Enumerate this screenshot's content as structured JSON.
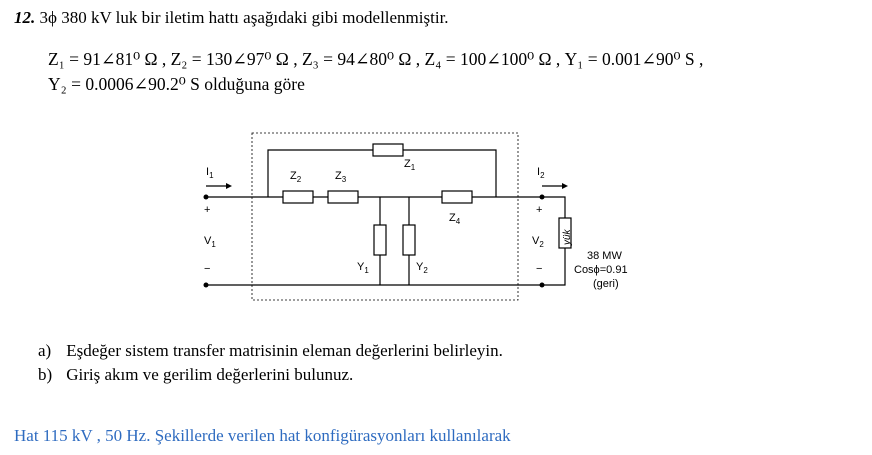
{
  "problem": {
    "number": "12.",
    "intro": "3ϕ 380 kV luk bir iletim hattı aşağıdaki gibi  modellenmiştir.",
    "eq_line1": "Z₁ = 91∠81⁰ Ω  , Z₂ = 130∠97⁰ Ω  , Z₃ = 94∠80⁰ Ω  , Z₄ = 100∠100⁰ Ω , Y₁ = 0.001∠90⁰ S ,",
    "eq_line2": "Y₂ = 0.0006∠90.2⁰  S olduğuna göre"
  },
  "circuit": {
    "I1": "I",
    "I1_sub": "1",
    "I2": "I",
    "I2_sub": "2",
    "V1": "V",
    "V1_sub": "1",
    "V2": "V",
    "V2_sub": "2",
    "plus": "+",
    "minus": "−",
    "Z1": "Z",
    "Z1_sub": "1",
    "Z2": "Z",
    "Z2_sub": "2",
    "Z3": "Z",
    "Z3_sub": "3",
    "Z4": "Z",
    "Z4_sub": "4",
    "Y1": "Y",
    "Y1_sub": "1",
    "Y2": "Y",
    "Y2_sub": "2",
    "load_label": "yük",
    "load_power": "38 MW",
    "load_pf": "Cosϕ=0.91",
    "load_type": "(geri)"
  },
  "questions": [
    {
      "label": "a)",
      "text": "Eşdeğer sistem transfer matrisinin eleman değerlerini belirleyin."
    },
    {
      "label": "b)",
      "text": "Giriş akım ve gerilim değerlerini bulunuz."
    }
  ],
  "footer": "Hat 115 kV , 50 Hz.   Şekillerde verilen hat konfigürasyonları kullanılarak"
}
